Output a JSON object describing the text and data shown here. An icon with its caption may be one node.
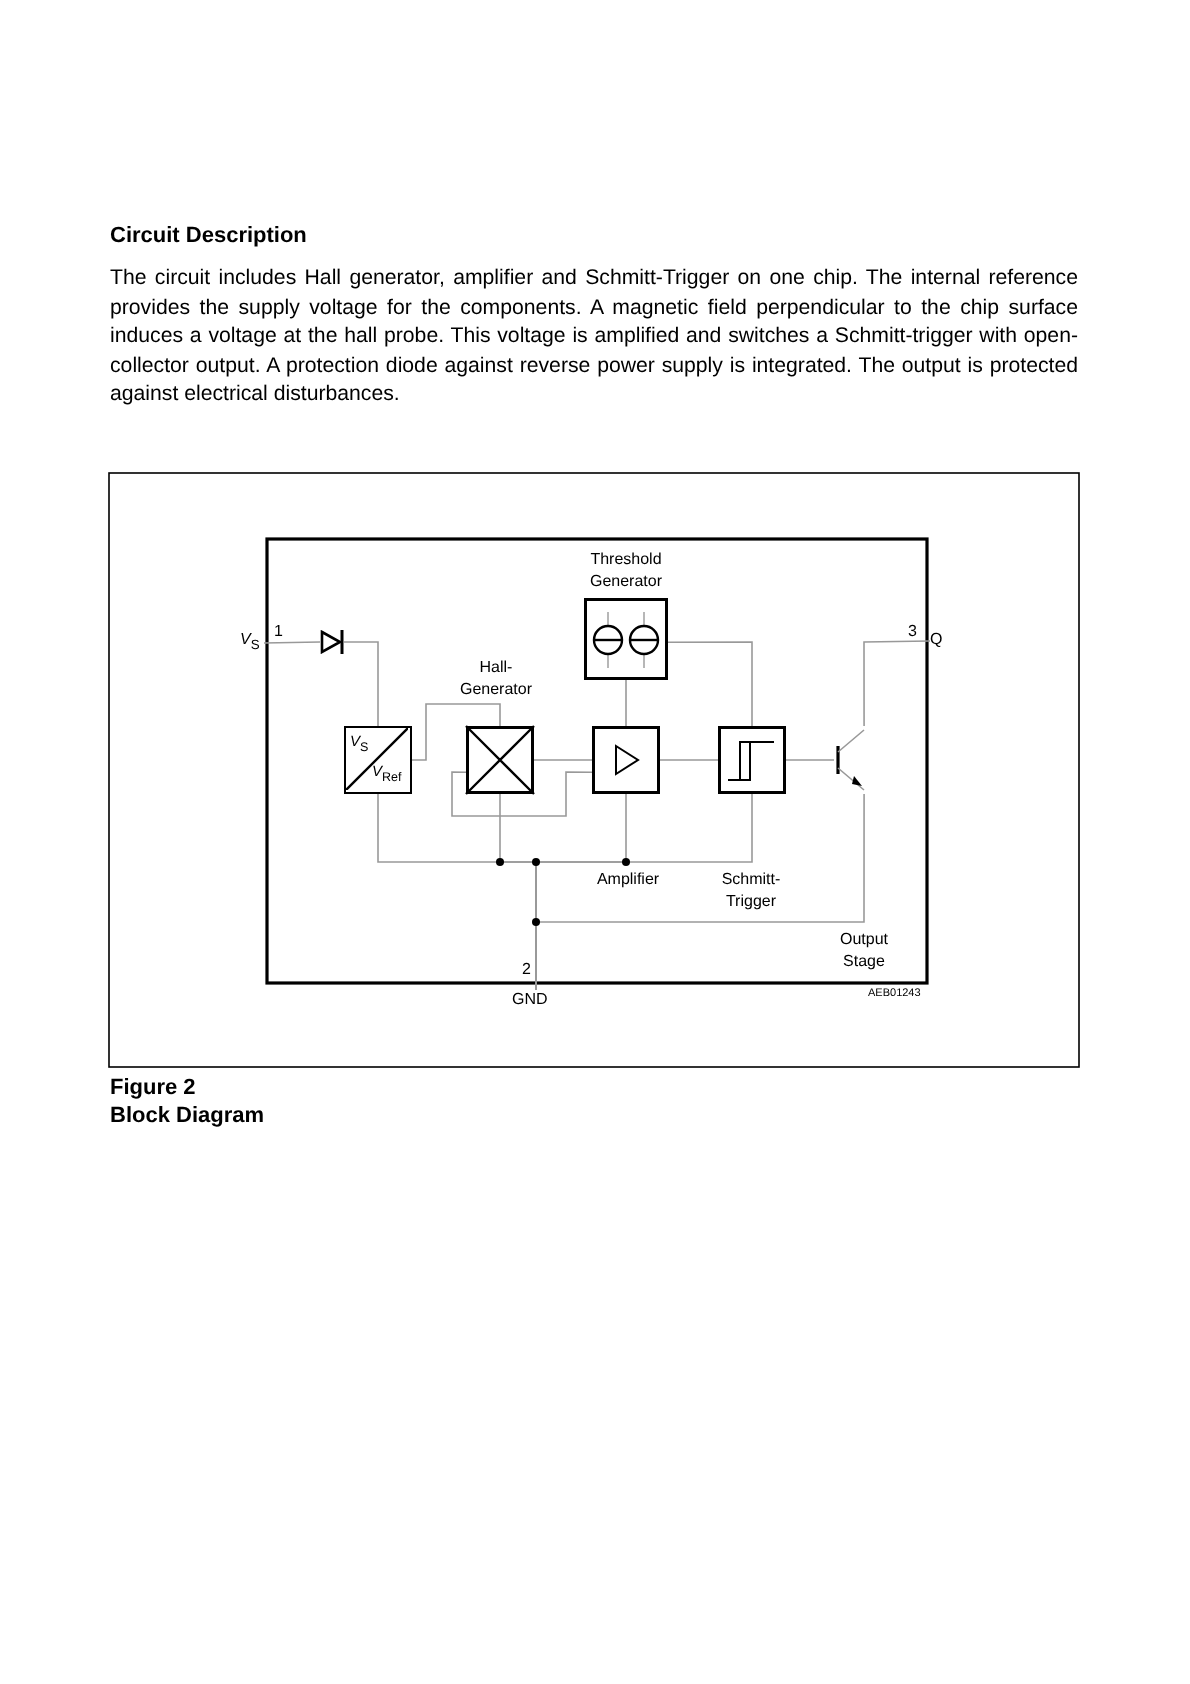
{
  "diagram": {
    "nodes": [
      {
        "text": [],
        "shape": "box",
        "beside": [
          "Threshold Generator"
        ]
      },
      {
        "text": [
          "*V*$_{S}$"
        ]
      },
      {
        "text": [],
        "shape": "diode"
      },
      {
        "text": [
          "Q"
        ]
      },
      {
        "text": [],
        "shape": "box",
        "beside": [
          "Hall-Generator"
        ]
      },
      {
        "text": [
          "*V*$_{S}$",
          "*V*$_{Ref}$"
        ]
      },
      {
        "text": [],
        "shape": "box"
      },
      {
        "text": [],
        "shape": "box"
      },
      {
        "text": [],
        "shape": "transistor"
      },
      {
        "text": [
          "GND"
        ]
      }
    ],
    "edges": [
      {
        "from": 1,
        "to": 2,
        "arrow": "none"
      },
      {
        "from": 2,
        "to": 5,
        "arrow": "none"
      },
      {
        "from": 5,
        "to": 4,
        "arrow": "none"
      },
      {
        "from": 4,
        "to": 6,
        "arrow": "none"
      },
      {
        "from": 4,
        "to": 6,
        "arrow": "none"
      },
      {
        "from": 0,
        "to": 6,
        "arrow": "none"
      },
      {
        "from": 0,
        "to": 7,
        "arrow": "none"
      },
      {
        "from": 6,
        "to": 7,
        "arrow": "none"
      },
      {
        "from": 7,
        "to": 8,
        "arrow": "none"
      },
      {
        "from": 8,
        "to": 3,
        "arrow": "none"
      },
      {
        "from": 5,
        "to": 9,
        "arrow": "none"
      },
      {
        "from": 4,
        "to": 9,
        "arrow": "none"
      },
      {
        "from": 6,
        "to": 9,
        "arrow": "none"
      },
      {
        "from": 7,
        "to": 9,
        "arrow": "none"
      },
      {
        "from": 8,
        "to": 9,
        "arrow": "none"
      }
    ],
    "labels": [
      "Circuit Description",
      "The circuit includes Hall generator, amplifier and Schmitt-Trigger on one chip. The internal reference provides the supply voltage for the components. A magnetic field perpendicular to the chip surface induces a voltage at the hall probe. This voltage is amplified and switches a Schmitt-trigger with open-collector output. A protection diode against reverse power supply is integrated. The output is protected against electrical disturbances.",
      "1",
      "3",
      "Amplifier",
      "Schmitt-Trigger",
      "Output Stage",
      "2",
      "AEB01243",
      "Figure 2",
      "Block Diagram"
    ]
  }
}
